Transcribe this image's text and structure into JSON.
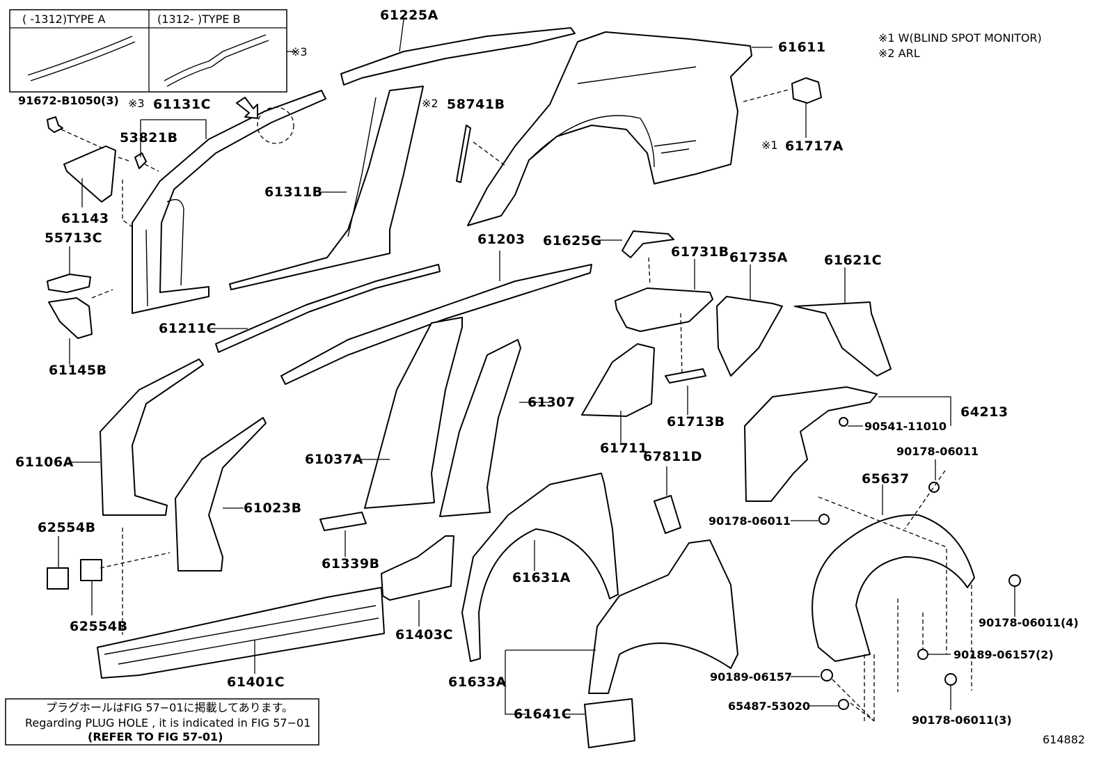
{
  "type_box": {
    "type_a": "(      -1312)TYPE A",
    "type_b": "(1312-       )TYPE B",
    "ref_mark": "※3"
  },
  "legend": {
    "note_1": "※1 W(BLIND SPOT MONITOR)",
    "note_2": "※2 ARL"
  },
  "footnote": {
    "line_jp": "プラグホールはFIG 57−01に掲載してあります。",
    "line_en": "Regarding  PLUG  HOLE , it is indicated  in  FIG  57−01",
    "line_ref": "(REFER TO FIG 57-01)"
  },
  "figure_id": "614882",
  "labels": {
    "p61225A": "61225A",
    "p61611": "61611",
    "p91672": "91672-B1050(3)",
    "p61131C": "61131C",
    "m3": "※3",
    "p53821B": "53821B",
    "m2": "※2",
    "p58741B": "58741B",
    "m1": "※1",
    "p61717A": "61717A",
    "p61143": "61143",
    "p61311B": "61311B",
    "p55713C": "55713C",
    "p61203": "61203",
    "p61625G": "61625G",
    "p61731B": "61731B",
    "p61735A": "61735A",
    "p61621C": "61621C",
    "p61145B": "61145B",
    "p61211C": "61211C",
    "p64213": "64213",
    "p90541": "90541-11010",
    "p61307": "61307",
    "p61713B": "61713B",
    "p61106A": "61106A",
    "p61037A": "61037A",
    "p61711": "61711",
    "p67811D": "67811D",
    "p90178a": "90178-06011",
    "p65637": "65637",
    "p61023B": "61023B",
    "p90178b": "90178-06011",
    "p62554B_top": "62554B",
    "p61339B": "61339B",
    "p61631A": "61631A",
    "p90178c": "90178-06011(4)",
    "p61403C": "61403C",
    "p62554B_bot": "62554B",
    "p90189a": "90189-06157(2)",
    "p61401C": "61401C",
    "p61633A": "61633A",
    "p90189b": "90189-06157",
    "p65487": "65487-53020",
    "p61641C": "61641C",
    "p90178d": "90178-06011(3)"
  }
}
